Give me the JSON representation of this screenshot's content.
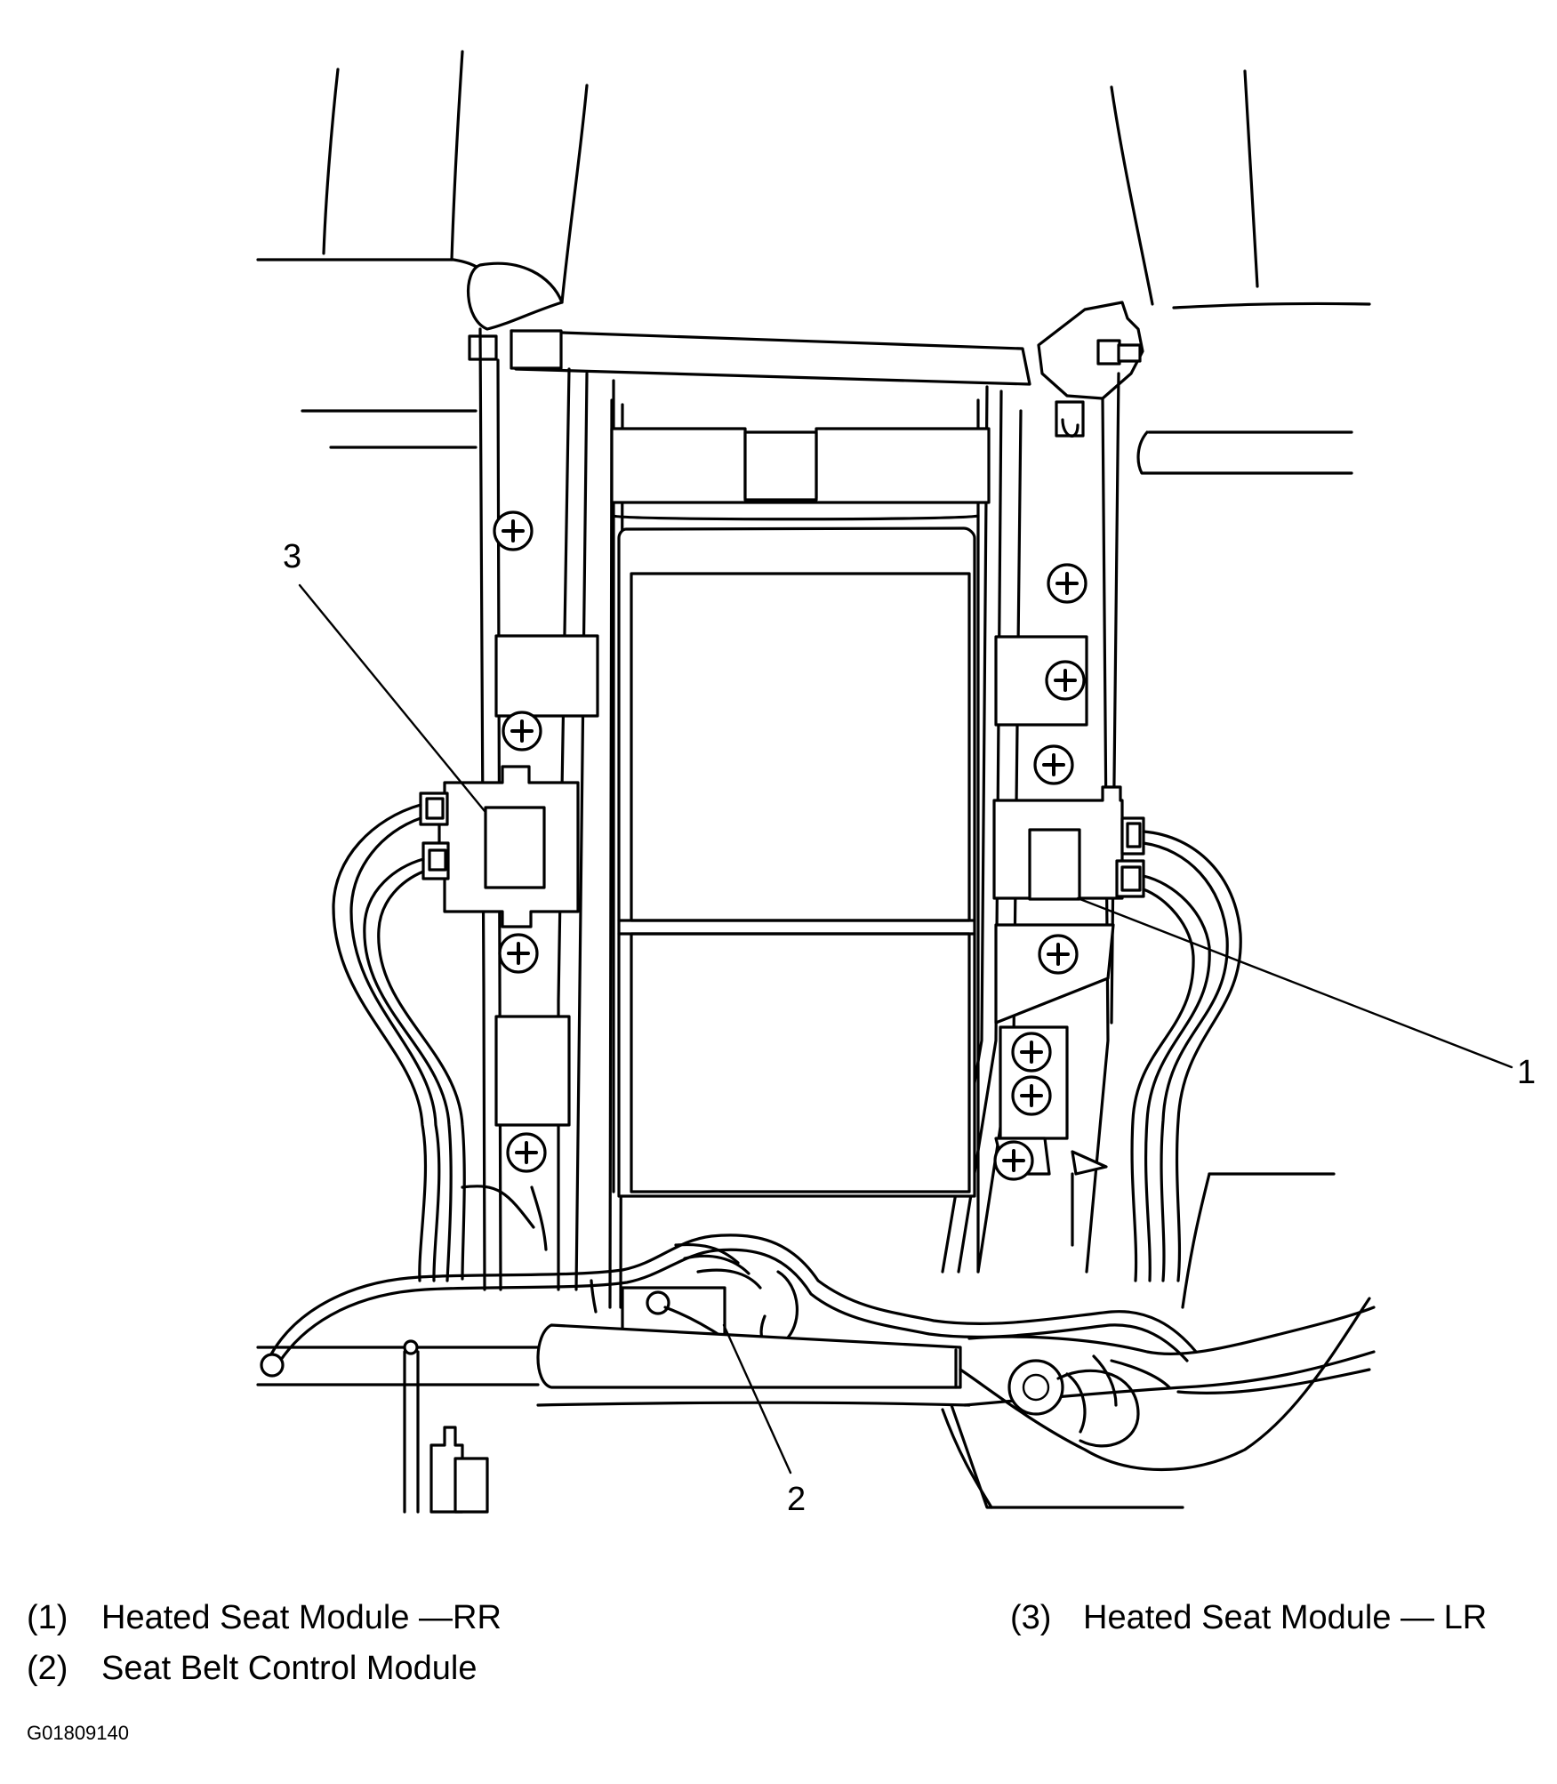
{
  "callouts": {
    "c1": "1",
    "c2": "2",
    "c3": "3"
  },
  "legend": [
    {
      "num": "(1)",
      "text": "Heated Seat Module —RR"
    },
    {
      "num": "(2)",
      "text": "Seat Belt Control Module"
    },
    {
      "num": "(3)",
      "text": "Heated Seat Module — LR"
    }
  ],
  "figure_id": "G01809140",
  "icons": [
    "screw-icon"
  ]
}
